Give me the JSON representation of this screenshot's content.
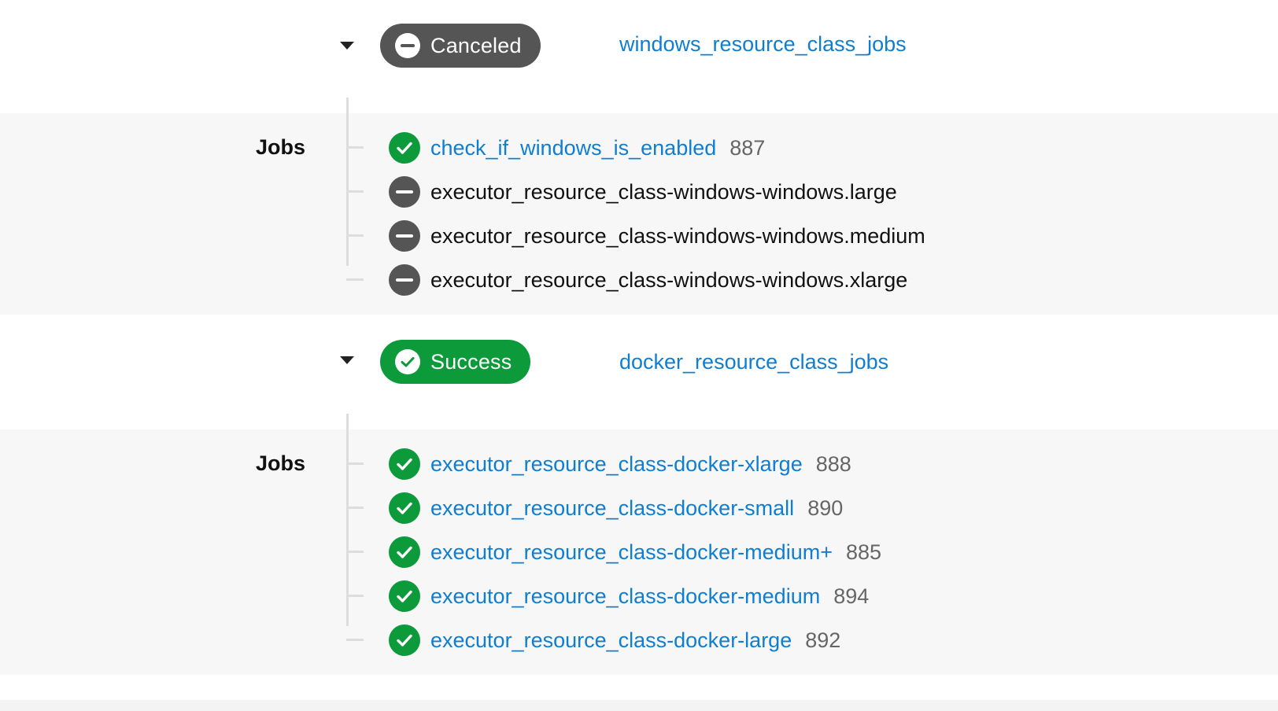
{
  "colors": {
    "success": "#0c9a3b",
    "canceled": "#555555",
    "link": "#0f7ed1",
    "band": "#f7f7f7"
  },
  "workflows": [
    {
      "status": "Canceled",
      "status_icon": "minus-circle-icon",
      "name": "windows_resource_class_jobs",
      "jobs_label": "Jobs",
      "jobs": [
        {
          "name": "check_if_windows_is_enabled",
          "number": "887",
          "status": "success"
        },
        {
          "name": "executor_resource_class-windows-windows.large",
          "number": "",
          "status": "canceled"
        },
        {
          "name": "executor_resource_class-windows-windows.medium",
          "number": "",
          "status": "canceled"
        },
        {
          "name": "executor_resource_class-windows-windows.xlarge",
          "number": "",
          "status": "canceled"
        }
      ]
    },
    {
      "status": "Success",
      "status_icon": "check-circle-icon",
      "name": "docker_resource_class_jobs",
      "jobs_label": "Jobs",
      "jobs": [
        {
          "name": "executor_resource_class-docker-xlarge",
          "number": "888",
          "status": "success"
        },
        {
          "name": "executor_resource_class-docker-small",
          "number": "890",
          "status": "success"
        },
        {
          "name": "executor_resource_class-docker-medium+",
          "number": "885",
          "status": "success"
        },
        {
          "name": "executor_resource_class-docker-medium",
          "number": "894",
          "status": "success"
        },
        {
          "name": "executor_resource_class-docker-large",
          "number": "892",
          "status": "success"
        }
      ]
    }
  ]
}
